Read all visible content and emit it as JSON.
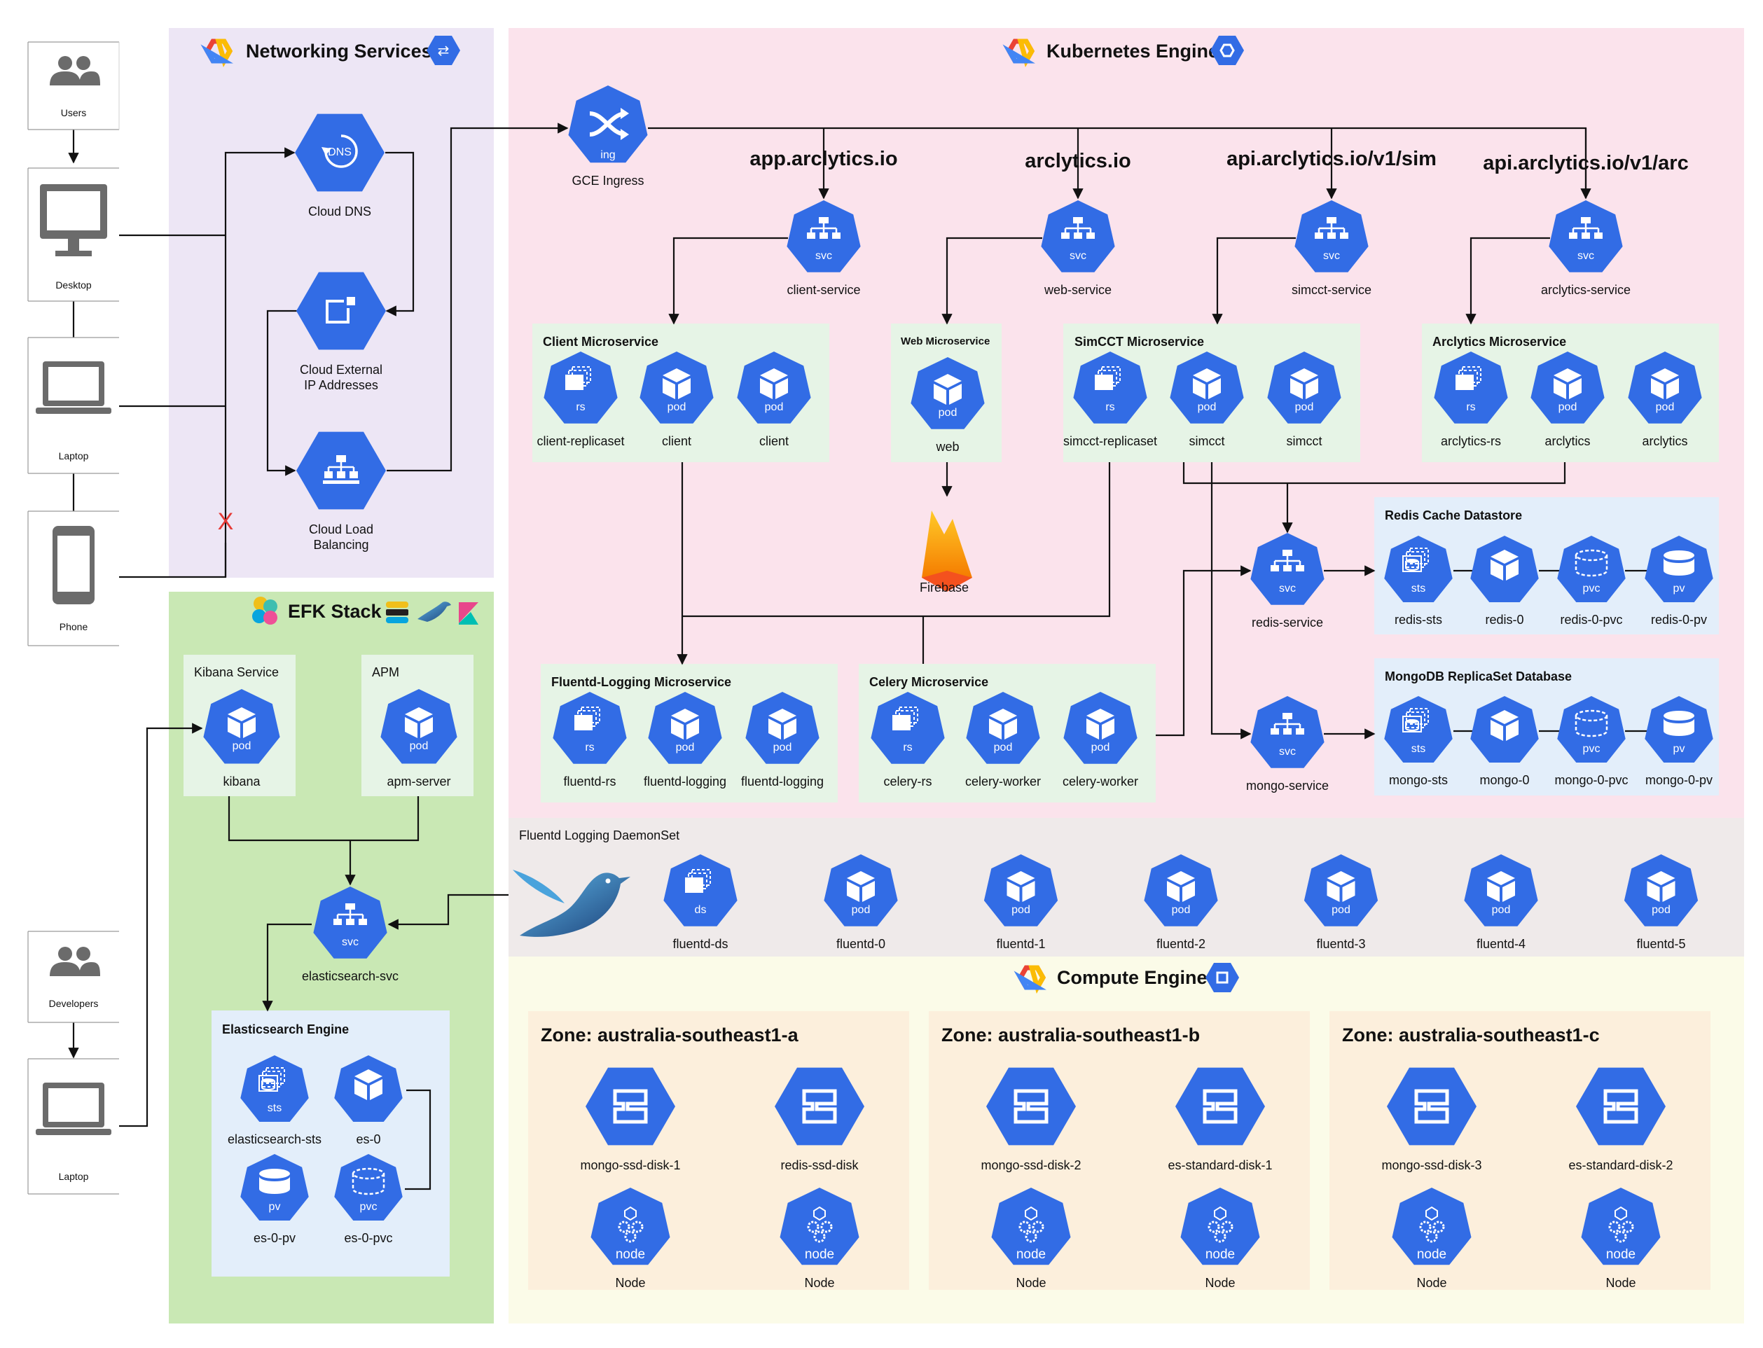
{
  "colors": {
    "hex": "#326ce5",
    "hex_dark": "#2a5bc4",
    "networking_bg": "#ede6f5",
    "kubernetes_bg": "#fbe3ec",
    "efk_bg": "#c9e8b4",
    "compute_bg": "#fbfbe8",
    "fluentd_bg": "#efeaea",
    "micro_bg": "#e6f4e6",
    "store_bg": "#e3eefa",
    "zone_bg": "#fcefdc",
    "gcp_red": "#ea4335",
    "gcp_yellow": "#fbbc05",
    "gcp_blue": "#4285f4",
    "gcp_green": "#34a853"
  },
  "sections": {
    "networking": "Networking Services",
    "kubernetes": "Kubernetes Engine",
    "efk": "EFK Stack",
    "compute": "Compute Engine",
    "fluentd_daemonset": "Fluentd Logging DaemonSet"
  },
  "clients": {
    "users": "Users",
    "desktop": "Desktop",
    "laptop": "Laptop",
    "phone": "Phone",
    "developers": "Developers",
    "dev_laptop": "Laptop",
    "blocked_mark": "X"
  },
  "networking": {
    "dns": {
      "glyph": "DNS",
      "label": "Cloud DNS"
    },
    "ip": {
      "label_line1": "Cloud External",
      "label_line2": "IP Addresses"
    },
    "lb": {
      "label_line1": "Cloud Load",
      "label_line2": "Balancing"
    }
  },
  "ingress": {
    "glyph": "ing",
    "label": "GCE Ingress"
  },
  "routes": [
    "app.arclytics.io",
    "arclytics.io",
    "api.arclytics.io/v1/sim",
    "api.arclytics.io/v1/arc"
  ],
  "services": {
    "client": {
      "glyph": "svc",
      "label": "client-service"
    },
    "web": {
      "glyph": "svc",
      "label": "web-service"
    },
    "simcct": {
      "glyph": "svc",
      "label": "simcct-service"
    },
    "arclytics": {
      "glyph": "svc",
      "label": "arclytics-service"
    },
    "redis": {
      "glyph": "svc",
      "label": "redis-service"
    },
    "mongo": {
      "glyph": "svc",
      "label": "mongo-service"
    },
    "elastic": {
      "glyph": "svc",
      "label": "elasticsearch-svc"
    }
  },
  "groups": {
    "client": {
      "title": "Client Microservice",
      "rs": {
        "glyph": "rs",
        "label": "client-replicaset"
      },
      "pod1": {
        "glyph": "pod",
        "label": "client"
      },
      "pod2": {
        "glyph": "pod",
        "label": "client"
      }
    },
    "web": {
      "title": "Web Microservice",
      "pod": {
        "glyph": "pod",
        "label": "web"
      }
    },
    "simcct": {
      "title": "SimCCT Microservice",
      "rs": {
        "glyph": "rs",
        "label": "simcct-replicaset"
      },
      "pod1": {
        "glyph": "pod",
        "label": "simcct"
      },
      "pod2": {
        "glyph": "pod",
        "label": "simcct"
      }
    },
    "arclytics": {
      "title": "Arclytics Microservice",
      "rs": {
        "glyph": "rs",
        "label": "arclytics-rs"
      },
      "pod1": {
        "glyph": "pod",
        "label": "arclytics"
      },
      "pod2": {
        "glyph": "pod",
        "label": "arclytics"
      }
    },
    "fluentd": {
      "title": "Fluentd-Logging Microservice",
      "rs": {
        "glyph": "rs",
        "label": "fluentd-rs"
      },
      "pod1": {
        "glyph": "pod",
        "label": "fluentd-logging"
      },
      "pod2": {
        "glyph": "pod",
        "label": "fluentd-logging"
      }
    },
    "celery": {
      "title": "Celery Microservice",
      "rs": {
        "glyph": "rs",
        "label": "celery-rs"
      },
      "pod1": {
        "glyph": "pod",
        "label": "celery-worker"
      },
      "pod2": {
        "glyph": "pod",
        "label": "celery-worker"
      }
    },
    "redis": {
      "title": "Redis Cache Datastore",
      "sts": {
        "glyph": "sts",
        "label": "redis-sts"
      },
      "pod": {
        "label": "redis-0"
      },
      "pvc": {
        "glyph": "pvc",
        "label": "redis-0-pvc"
      },
      "pv": {
        "glyph": "pv",
        "label": "redis-0-pv"
      }
    },
    "mongo": {
      "title": "MongoDB ReplicaSet Database",
      "sts": {
        "glyph": "sts",
        "label": "mongo-sts"
      },
      "pod": {
        "label": "mongo-0"
      },
      "pvc": {
        "glyph": "pvc",
        "label": "mongo-0-pvc"
      },
      "pv": {
        "glyph": "pv",
        "label": "mongo-0-pv"
      }
    },
    "kibana": {
      "title": "Kibana Service",
      "pod": {
        "glyph": "pod",
        "label": "kibana"
      }
    },
    "apm": {
      "title": "APM",
      "pod": {
        "glyph": "pod",
        "label": "apm-server"
      }
    },
    "elastic": {
      "title": "Elasticsearch Engine",
      "sts": {
        "glyph": "sts",
        "label": "elasticsearch-sts"
      },
      "pod": {
        "label": "es-0"
      },
      "pv": {
        "glyph": "pv",
        "label": "es-0-pv"
      },
      "pvc": {
        "glyph": "pvc",
        "label": "es-0-pvc"
      }
    }
  },
  "firebase": {
    "label": "Firebase"
  },
  "daemonset": {
    "ds": {
      "glyph": "ds",
      "label": "fluentd-ds"
    },
    "pods": [
      {
        "glyph": "pod",
        "label": "fluentd-0"
      },
      {
        "glyph": "pod",
        "label": "fluentd-1"
      },
      {
        "glyph": "pod",
        "label": "fluentd-2"
      },
      {
        "glyph": "pod",
        "label": "fluentd-3"
      },
      {
        "glyph": "pod",
        "label": "fluentd-4"
      },
      {
        "glyph": "pod",
        "label": "fluentd-5"
      }
    ]
  },
  "zones": [
    {
      "title": "Zone: australia-southeast1-a",
      "disks": [
        "mongo-ssd-disk-1",
        "redis-ssd-disk"
      ],
      "nodes": [
        {
          "glyph": "node",
          "label": "Node"
        },
        {
          "glyph": "node",
          "label": "Node"
        }
      ]
    },
    {
      "title": "Zone: australia-southeast1-b",
      "disks": [
        "mongo-ssd-disk-2",
        "es-standard-disk-1"
      ],
      "nodes": [
        {
          "glyph": "node",
          "label": "Node"
        },
        {
          "glyph": "node",
          "label": "Node"
        }
      ]
    },
    {
      "title": "Zone: australia-southeast1-c",
      "disks": [
        "mongo-ssd-disk-3",
        "es-standard-disk-2"
      ],
      "nodes": [
        {
          "glyph": "node",
          "label": "Node"
        },
        {
          "glyph": "node",
          "label": "Node"
        }
      ]
    }
  ]
}
